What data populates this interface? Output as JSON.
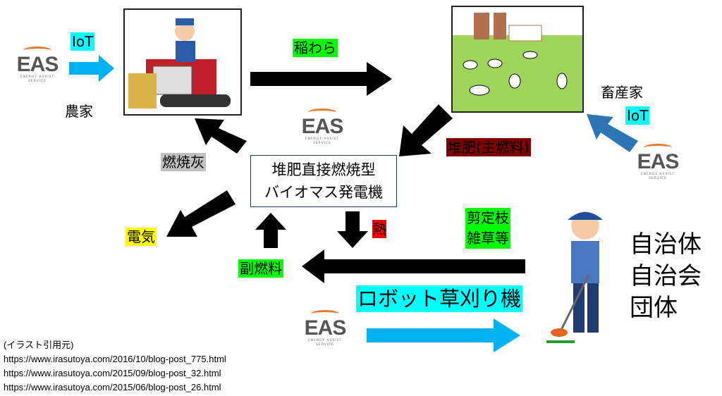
{
  "logo": {
    "text": "EAS",
    "subtitle": "ENERGY ASSIST SERVICE"
  },
  "labels": {
    "iot_farmer": "IoT",
    "farmer": "農家",
    "straw": "稲わら",
    "livestock_farmer": "畜産家",
    "iot_livestock": "IoT",
    "compost": "堆肥(主燃料)",
    "ash": "燃焼灰",
    "generator_line1": "堆肥直接燃焼型",
    "generator_line2": "バイオマス発電機",
    "electricity": "電気",
    "heat": "熱",
    "sub_fuel": "副燃料",
    "clippings_line1": "剪定枝",
    "clippings_line2": "雑草等",
    "robot_mower": "ロボット草刈り機",
    "municipality_lines": [
      "自治体",
      "自治会",
      "団体"
    ]
  },
  "colors": {
    "cyan": "#00ffff",
    "green": "#00ff00",
    "maroon": "#800000",
    "gray": "#c0c0c0",
    "yellow": "#ffff00",
    "red": "#ff0000",
    "arrow_cyan": "#00b0f0",
    "arrow_blue": "#2e75b6"
  },
  "citations": {
    "heading": "(イラスト引用元)",
    "urls": [
      "https://www.irasutoya.com/2016/10/blog-post_775.html",
      "https://www.irasutoya.com/2015/09/blog-post_32.html",
      "https://www.irasutoya.com/2015/06/blog-post_26.html"
    ]
  }
}
